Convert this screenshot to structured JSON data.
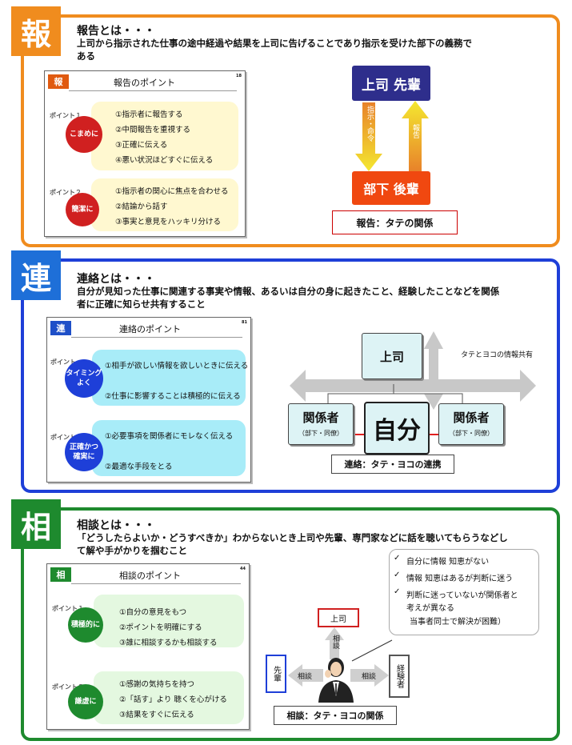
{
  "colors": {
    "orange": "#F08C1E",
    "blue": "#1E3FD8",
    "green": "#1E8A2E",
    "navy": "#2E2E8C",
    "amber": "#F0A020"
  },
  "hou": {
    "badge": "報",
    "title": "報告とは・・・",
    "desc_line1": "上司から指示された仕事の途中経過や結果を上司に告げることであり指示を受けた部下の義務で",
    "desc_line2": "ある",
    "slide": {
      "tag": "報",
      "title": "報告のポイント",
      "num": "18",
      "p1_label": "ポイント１",
      "p1_circle": "こまめに",
      "p1_items": [
        "①指示者に報告する",
        "②中間報告を重視する",
        "③正確に伝える",
        "④悪い状況ほどすぐに伝える"
      ],
      "p2_label": "ポイント２",
      "p2_circle": "簡潔に",
      "p2_items": [
        "①指示者の関心に焦点を合わせる",
        "②結論から話す",
        "③事実と意見をハッキリ分ける"
      ]
    },
    "diagram": {
      "top": "上司 先輩",
      "bottom": "部下 後輩",
      "down_label": "指示・命令",
      "up_label": "報告",
      "caption": "報告：タテの関係"
    }
  },
  "ren": {
    "badge": "連",
    "title": "連絡とは・・・",
    "desc_line1": "自分が見知った仕事に関連する事実や情報、あるいは自分の身に起きたこと、経験したことなどを関係",
    "desc_line2": "者に正確に知らせ共有すること",
    "slide": {
      "tag": "連",
      "title": "連絡のポイント",
      "num": "81",
      "p1_label": "ポイント",
      "p1_circle": "タイミング\nよく",
      "p1_items": [
        "①相手が欲しい情報を欲しいときに伝える",
        "②仕事に影響することは積極的に伝える"
      ],
      "p2_label": "ポイント",
      "p2_circle": "正確かつ\n確実に",
      "p2_items": [
        "①必要事項を関係者にモレなく伝える",
        "②最適な手段をとる"
      ]
    },
    "diagram": {
      "top": "上司",
      "center": "自分",
      "left": "関係者",
      "left_sub": "（部下・同僚）",
      "right": "関係者",
      "right_sub": "（部下・同僚）",
      "note": "タテとヨコの情報共有",
      "caption": "連絡：タテ・ヨコの連携"
    }
  },
  "sou": {
    "badge": "相",
    "title": "相談とは・・・",
    "desc_line1": "「どうしたらよいか・どうすべきか」わからないとき上司や先輩、専門家などに話を聴いてもらうなどし",
    "desc_line2": "て解や手がかりを掴むこと",
    "slide": {
      "tag": "相",
      "title": "相談のポイント",
      "num": "44",
      "p1_label": "ポイント１",
      "p1_circle": "積極的に",
      "p1_items": [
        "①自分の意見をもつ",
        "②ポイントを明確にする",
        "③誰に相談するかも相談する"
      ],
      "p2_label": "ポイント２",
      "p2_circle": "謙虚に",
      "p2_items": [
        "①感謝の気持ちを持つ",
        "②「話す」より 聴くを心がける",
        "③結果をすぐに伝える"
      ]
    },
    "checks": [
      "自分に情報 知恵がない",
      "情報 知恵はあるが判断に迷う",
      "判断に迷っていないが関係者と",
      "考えが異なる",
      "当事者同士で解決が困難）"
    ],
    "diagram": {
      "top": "上司",
      "left": "先輩",
      "right": "経験者",
      "up_label": "相談",
      "left_label": "相談",
      "right_label": "相談",
      "caption": "相談：タテ・ヨコの関係"
    }
  }
}
